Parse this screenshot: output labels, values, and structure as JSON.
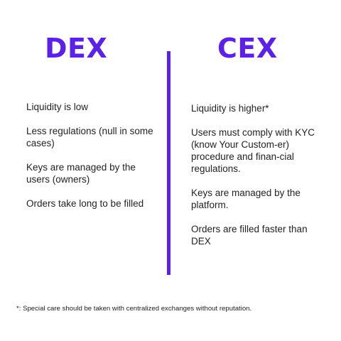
{
  "dex": {
    "title": "DEX",
    "items": [
      "Liquidity is low",
      "Less regulations (null in some cases)",
      "Keys are managed by the users (owners)",
      "Orders take long to be filled"
    ]
  },
  "cex": {
    "title": "CEX",
    "items": [
      "Liquidity is higher*",
      "Users must comply with KYC (know Your Custom-er) procedure and finan-cial regulations.",
      "Keys are managed by the platform.",
      "Orders are filled faster than DEX"
    ]
  },
  "footnote": "*: Special care should be taken with centralized exchanges without reputation.",
  "colors": {
    "accent": "#5b21e6",
    "text": "#222222",
    "background": "#ffffff"
  }
}
